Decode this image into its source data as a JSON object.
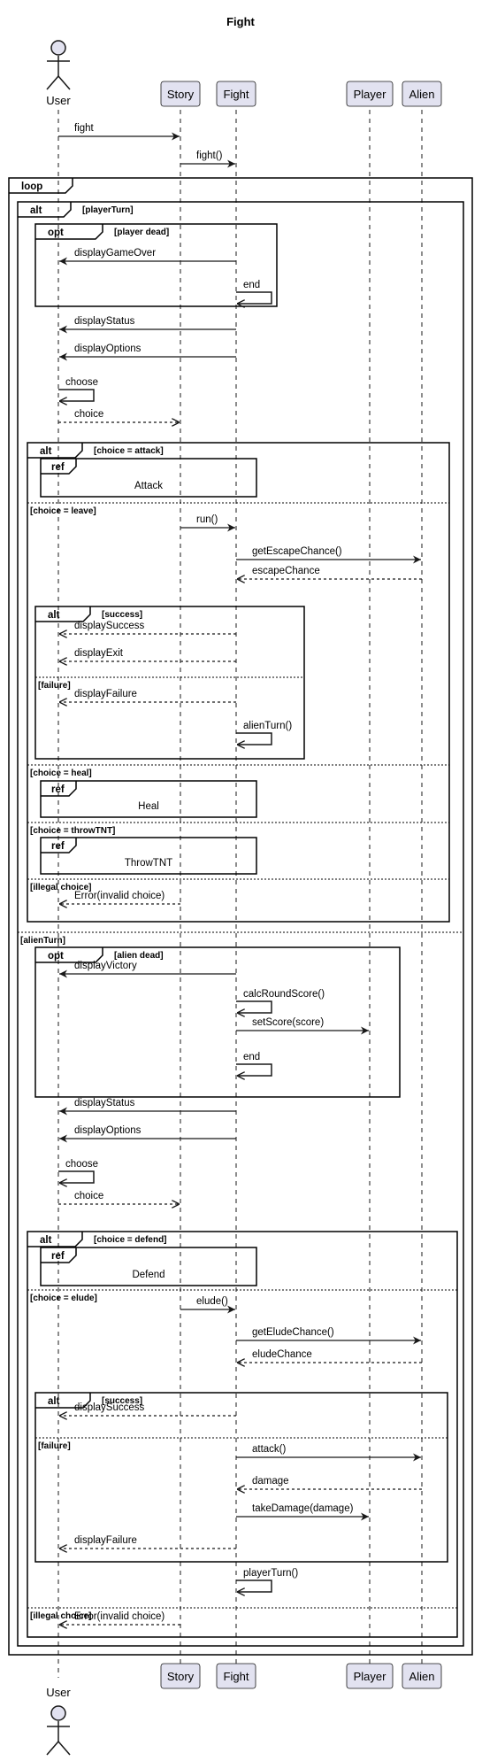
{
  "title": "Fight",
  "colors": {
    "participant_fill": "#E2E2F0",
    "participant_stroke": "#181818",
    "lifeline": "#181818",
    "frame": "#000000"
  },
  "participants": [
    {
      "id": "user",
      "label": "User",
      "kind": "actor"
    },
    {
      "id": "story",
      "label": "Story",
      "kind": "box"
    },
    {
      "id": "fight",
      "label": "Fight",
      "kind": "box"
    },
    {
      "id": "player",
      "label": "Player",
      "kind": "box"
    },
    {
      "id": "alien",
      "label": "Alien",
      "kind": "box"
    }
  ],
  "fragments": [
    {
      "id": "loop1",
      "type": "loop",
      "condition": ""
    },
    {
      "id": "alt_turn",
      "type": "alt",
      "condition": "[playerTurn]",
      "else": [
        "[alienTurn]"
      ]
    },
    {
      "id": "opt_dead",
      "type": "opt",
      "condition": "[player dead]"
    },
    {
      "id": "alt_choice",
      "type": "alt",
      "condition": "[choice = attack]",
      "else": [
        "[choice = leave]",
        "[choice = heal]",
        "[choice = throwTNT]",
        "[illegal choice]"
      ]
    },
    {
      "id": "ref_attack",
      "type": "ref",
      "text": "Attack"
    },
    {
      "id": "alt_success",
      "type": "alt",
      "condition": "[success]",
      "else": [
        "[failure]"
      ]
    },
    {
      "id": "ref_heal",
      "type": "ref",
      "text": "Heal"
    },
    {
      "id": "ref_tnt",
      "type": "ref",
      "text": "ThrowTNT"
    },
    {
      "id": "opt_alien",
      "type": "opt",
      "condition": "[alien dead]"
    },
    {
      "id": "alt_defend",
      "type": "alt",
      "condition": "[choice = defend]",
      "else": [
        "[choice = elude]",
        "[illegal choice]"
      ]
    },
    {
      "id": "ref_defend",
      "type": "ref",
      "text": "Defend"
    },
    {
      "id": "alt_elude",
      "type": "alt",
      "condition": "[success]",
      "else": [
        "[failure]"
      ]
    }
  ],
  "messages": [
    {
      "label": "fight",
      "from": "user",
      "to": "story",
      "style": "sync"
    },
    {
      "label": "fight()",
      "from": "story",
      "to": "fight",
      "style": "sync"
    },
    {
      "label": "displayGameOver",
      "from": "fight",
      "to": "user",
      "style": "sync"
    },
    {
      "label": "end",
      "from": "fight",
      "to": "fight",
      "style": "self"
    },
    {
      "label": "displayStatus",
      "from": "fight",
      "to": "user",
      "style": "sync"
    },
    {
      "label": "displayOptions",
      "from": "fight",
      "to": "user",
      "style": "sync"
    },
    {
      "label": "choose",
      "from": "user",
      "to": "user",
      "style": "self"
    },
    {
      "label": "choice",
      "from": "user",
      "to": "story",
      "style": "return"
    },
    {
      "label": "run()",
      "from": "story",
      "to": "fight",
      "style": "sync"
    },
    {
      "label": "getEscapeChance()",
      "from": "fight",
      "to": "alien",
      "style": "sync"
    },
    {
      "label": "escapeChance",
      "from": "alien",
      "to": "fight",
      "style": "return"
    },
    {
      "label": "displaySuccess",
      "from": "fight",
      "to": "user",
      "style": "return"
    },
    {
      "label": "displayExit",
      "from": "fight",
      "to": "user",
      "style": "return"
    },
    {
      "label": "displayFailure",
      "from": "fight",
      "to": "user",
      "style": "return"
    },
    {
      "label": "alienTurn()",
      "from": "fight",
      "to": "fight",
      "style": "self"
    },
    {
      "label": "Error(invalid choice)",
      "from": "story",
      "to": "user",
      "style": "return"
    },
    {
      "label": "displayVictory",
      "from": "fight",
      "to": "user",
      "style": "sync"
    },
    {
      "label": "calcRoundScore()",
      "from": "fight",
      "to": "fight",
      "style": "self"
    },
    {
      "label": "setScore(score)",
      "from": "fight",
      "to": "player",
      "style": "sync"
    },
    {
      "label": "end",
      "from": "fight",
      "to": "fight",
      "style": "self"
    },
    {
      "label": "displayStatus",
      "from": "fight",
      "to": "user",
      "style": "sync"
    },
    {
      "label": "displayOptions",
      "from": "fight",
      "to": "user",
      "style": "sync"
    },
    {
      "label": "choose",
      "from": "user",
      "to": "user",
      "style": "self"
    },
    {
      "label": "choice",
      "from": "user",
      "to": "story",
      "style": "return"
    },
    {
      "label": "elude()",
      "from": "story",
      "to": "fight",
      "style": "sync"
    },
    {
      "label": "getEludeChance()",
      "from": "fight",
      "to": "alien",
      "style": "sync"
    },
    {
      "label": "eludeChance",
      "from": "alien",
      "to": "fight",
      "style": "return"
    },
    {
      "label": "displaySuccess",
      "from": "fight",
      "to": "user",
      "style": "return"
    },
    {
      "label": "attack()",
      "from": "fight",
      "to": "alien",
      "style": "sync"
    },
    {
      "label": "damage",
      "from": "alien",
      "to": "fight",
      "style": "return"
    },
    {
      "label": "takeDamage(damage)",
      "from": "fight",
      "to": "player",
      "style": "sync"
    },
    {
      "label": "displayFailure",
      "from": "fight",
      "to": "user",
      "style": "return"
    },
    {
      "label": "playerTurn()",
      "from": "fight",
      "to": "fight",
      "style": "self"
    },
    {
      "label": "Error(invalid choice)",
      "from": "story",
      "to": "user",
      "style": "return"
    }
  ]
}
